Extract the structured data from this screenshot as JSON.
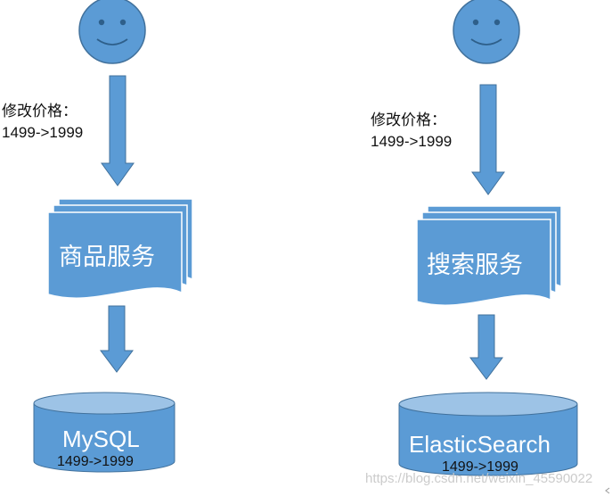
{
  "colors": {
    "fill": "#5b9bd5",
    "stroke": "#41719c",
    "cylinder_top": "#9dc3e6",
    "face_features": "#2e5f8a"
  },
  "left": {
    "icon": "smiley-face-icon",
    "note_title": "修改价格：",
    "note_value": "1499->1999",
    "service_label": "商品服务",
    "db_label": "MySQL",
    "db_value": "1499->1999"
  },
  "right": {
    "icon": "smiley-face-icon",
    "note_title": "修改价格：",
    "note_value": "1499->1999",
    "service_label": "搜索服务",
    "db_label": "ElasticSearch",
    "db_value": "1499->1999"
  },
  "watermark": "https://blog.csdn.net/weixin_45590022"
}
